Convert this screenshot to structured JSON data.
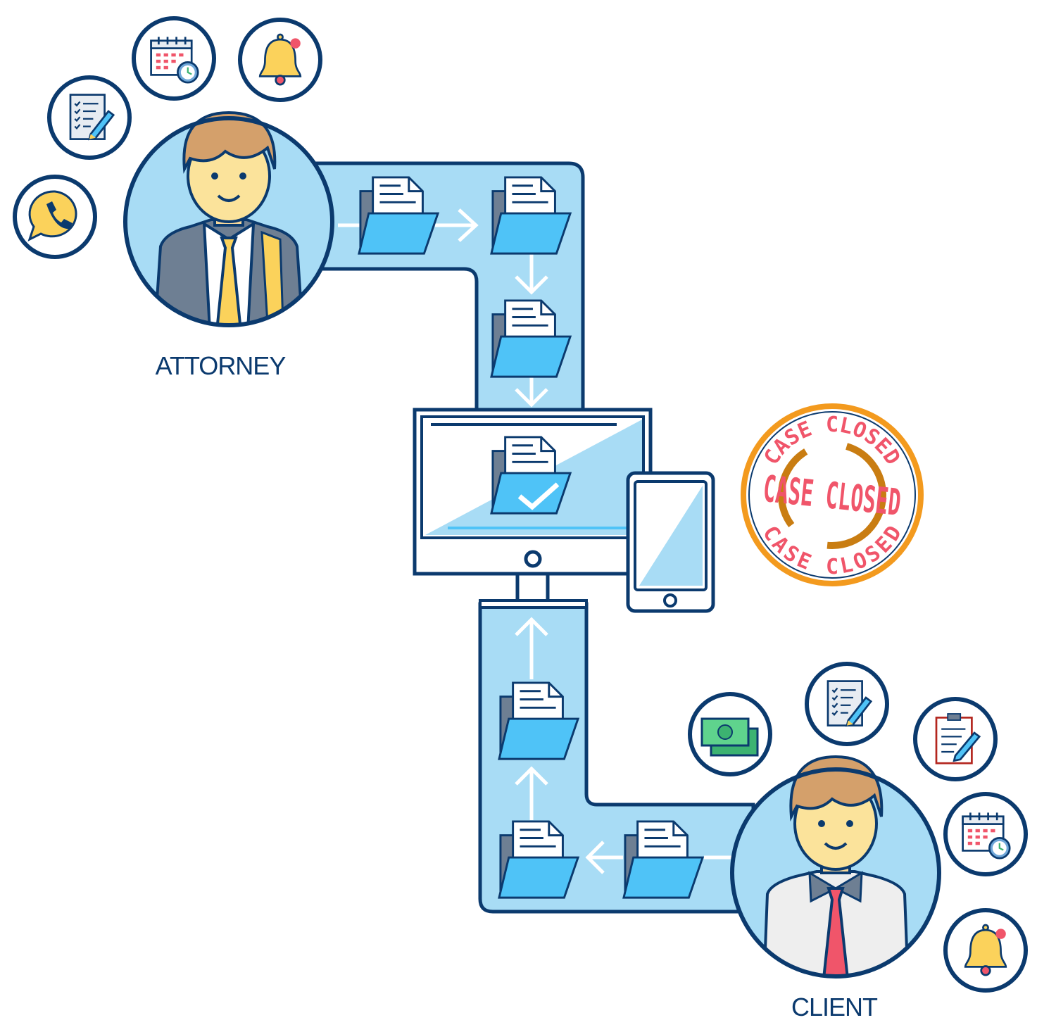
{
  "labels": {
    "attorney": "ATTORNEY",
    "client": "CLIENT"
  },
  "stamp": {
    "outer_top": "CASE CLOSED",
    "center": "CASE CLOSED",
    "outer_bottom": "CASE CLOSED"
  },
  "icons": {
    "attorney": [
      "phone-icon",
      "checklist-icon",
      "calendar-icon",
      "bell-icon"
    ],
    "client": [
      "money-icon",
      "checklist-icon",
      "clipboard-icon",
      "calendar-icon",
      "bell-icon"
    ]
  },
  "colors": {
    "navy": "#0b3a6e",
    "path_fill": "#a8dcf5",
    "folder_blue": "#4fc3f7",
    "stamp_red": "#f0556a",
    "stamp_orange": "#f39a1e"
  }
}
